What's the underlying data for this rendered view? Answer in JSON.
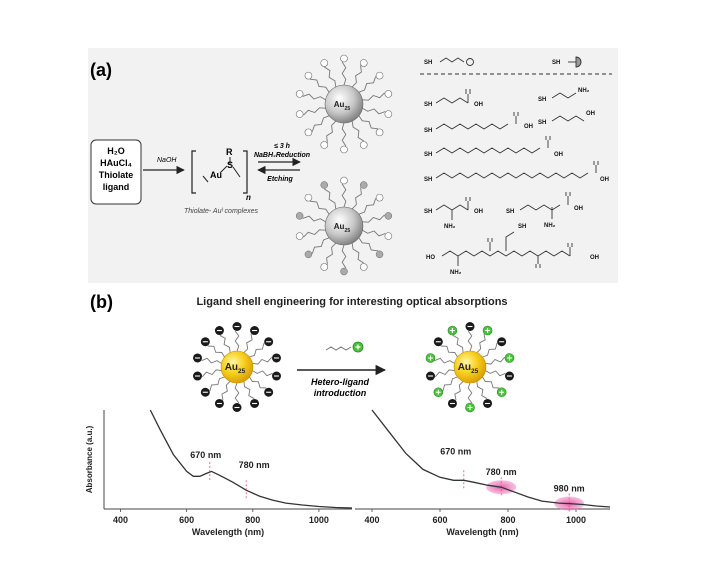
{
  "panel_a": {
    "label": "(a)",
    "reactant_box": [
      "H₂O",
      "HAuCl₄",
      "Thiolate",
      "ligand"
    ],
    "naoh": "NaOH",
    "complex_r": "R",
    "complex_s": "S",
    "complex_au": "Au",
    "complex_n": "n",
    "complex_caption": "Thiolate- Auᴵ complexes",
    "cond_time": "≤ 3 h",
    "cond_reduction": "NaBH₄Reduction",
    "etching": "Etching",
    "cluster_label": "Au",
    "cluster_sub": "25",
    "ligands": {
      "sh": "SH",
      "oh": "OH",
      "nh2": "NH₂",
      "ho": "HO"
    }
  },
  "panel_b": {
    "label": "(b)",
    "title": "Ligand shell engineering for interesting optical absorptions",
    "arrow_text": [
      "Hetero-ligand",
      "introduction"
    ],
    "cluster_label": "Au",
    "cluster_sub": "25"
  },
  "chart_data": [
    {
      "type": "line",
      "xlabel": "Wavelength (nm)",
      "ylabel": "Absorbance (a.u.)",
      "xlim": [
        350,
        1100
      ],
      "x_ticks": [
        400,
        600,
        800,
        1000
      ],
      "series": [
        {
          "x": [
            490,
            520,
            560,
            600,
            620,
            640,
            660,
            675,
            700,
            740,
            780,
            820,
            860,
            900,
            950,
            1000,
            1050,
            1100
          ],
          "y": [
            1.0,
            0.8,
            0.55,
            0.38,
            0.33,
            0.33,
            0.36,
            0.38,
            0.34,
            0.27,
            0.19,
            0.13,
            0.09,
            0.06,
            0.04,
            0.025,
            0.015,
            0.01
          ]
        }
      ],
      "annotations": [
        {
          "text": "670 nm",
          "x": 670
        },
        {
          "text": "780 nm",
          "x": 780
        }
      ]
    },
    {
      "type": "line",
      "xlabel": "Wavelength (nm)",
      "xlim": [
        350,
        1100
      ],
      "x_ticks": [
        400,
        600,
        800,
        1000
      ],
      "series": [
        {
          "x": [
            400,
            450,
            500,
            550,
            600,
            640,
            670,
            700,
            740,
            780,
            820,
            860,
            900,
            950,
            980,
            1020,
            1060,
            1100
          ],
          "y": [
            1.0,
            0.78,
            0.56,
            0.4,
            0.32,
            0.29,
            0.29,
            0.27,
            0.24,
            0.22,
            0.17,
            0.12,
            0.08,
            0.06,
            0.055,
            0.045,
            0.03,
            0.02
          ]
        }
      ],
      "annotations": [
        {
          "text": "670 nm",
          "x": 670
        },
        {
          "text": "780 nm",
          "x": 780
        },
        {
          "text": "980 nm",
          "x": 980
        }
      ]
    }
  ]
}
